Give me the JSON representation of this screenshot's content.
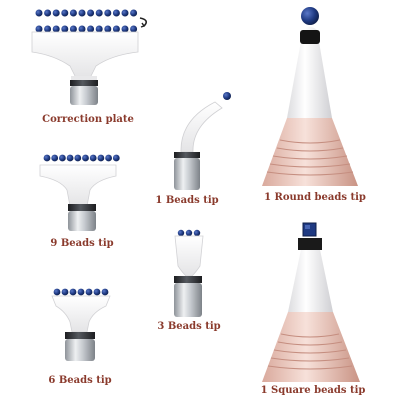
{
  "colors": {
    "bead": "#1f3a82",
    "label": "#8a3a2c",
    "plate": "#f2f2f2",
    "metal": "#c8ccd0",
    "ring": "#2c2e33",
    "pen_top": "#f4f4f5",
    "pen_body": "#e6bfb5"
  },
  "labels": {
    "correction_plate": "Correction plate",
    "nine_beads": "9 Beads tip",
    "six_beads": "6 Beads tip",
    "one_beads": "1 Beads tip",
    "three_beads": "3 Beads tip",
    "round_beads": "1 Round beads tip",
    "square_beads": "1 Square beads tip"
  }
}
